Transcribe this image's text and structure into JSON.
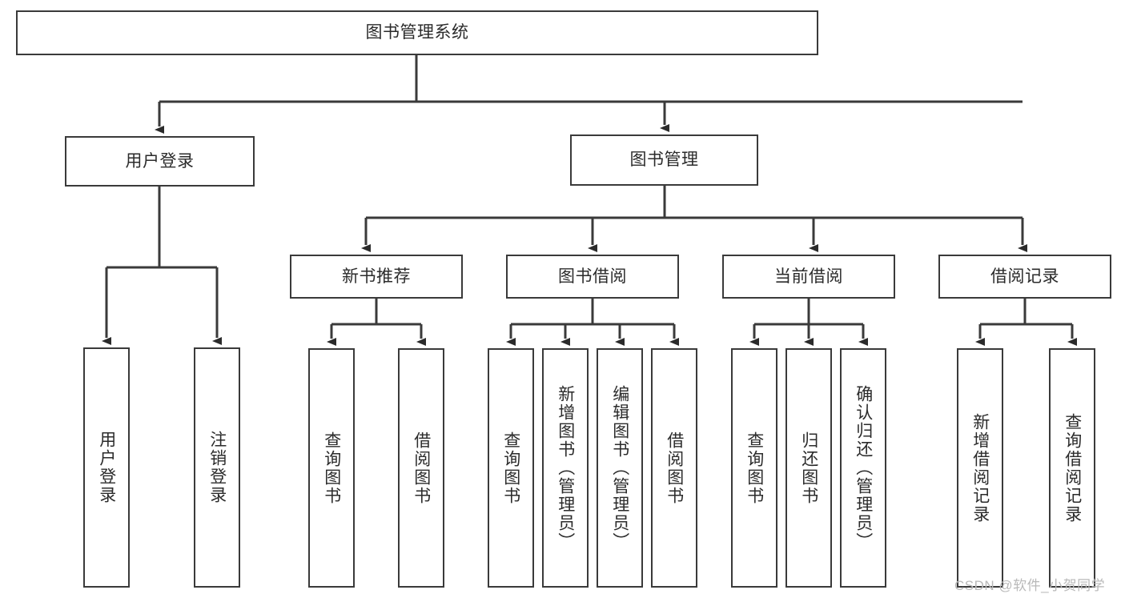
{
  "diagram": {
    "title": "图书管理系统",
    "type": "tree-hierarchy",
    "root": {
      "id": "root",
      "label": "图书管理系统"
    },
    "level1": [
      {
        "id": "user-login",
        "label": "用户登录"
      },
      {
        "id": "book-manage",
        "label": "图书管理"
      }
    ],
    "level2": [
      {
        "id": "new-book-rec",
        "label": "新书推荐"
      },
      {
        "id": "book-borrow",
        "label": "图书借阅"
      },
      {
        "id": "current-borrow",
        "label": "当前借阅"
      },
      {
        "id": "borrow-record",
        "label": "借阅记录"
      }
    ],
    "leaves": {
      "user_login": [
        {
          "id": "leaf-user-login",
          "label": "用户登录"
        },
        {
          "id": "leaf-logout",
          "label": "注销登录"
        }
      ],
      "new_book_rec": [
        {
          "id": "leaf-query-book-1",
          "label": "查询图书"
        },
        {
          "id": "leaf-borrow-book-1",
          "label": "借阅图书"
        }
      ],
      "book_borrow": [
        {
          "id": "leaf-query-book-2",
          "label": "查询图书"
        },
        {
          "id": "leaf-add-book",
          "label": "新增图书（管理员）"
        },
        {
          "id": "leaf-edit-book",
          "label": "编辑图书（管理员）"
        },
        {
          "id": "leaf-borrow-book-2",
          "label": "借阅图书"
        }
      ],
      "current_borrow": [
        {
          "id": "leaf-query-book-3",
          "label": "查询图书"
        },
        {
          "id": "leaf-return-book",
          "label": "归还图书"
        },
        {
          "id": "leaf-confirm-return",
          "label": "确认归还（管理员）"
        }
      ],
      "borrow_record": [
        {
          "id": "leaf-add-record",
          "label": "新增借阅记录"
        },
        {
          "id": "leaf-query-record",
          "label": "查询借阅记录"
        }
      ]
    }
  },
  "watermark": {
    "text": "CSDN @软件_小贺同学"
  },
  "colors": {
    "stroke": "#3a3a3a",
    "background": "#ffffff",
    "text": "#2b2b2b",
    "watermark": "#b9b9b9"
  }
}
